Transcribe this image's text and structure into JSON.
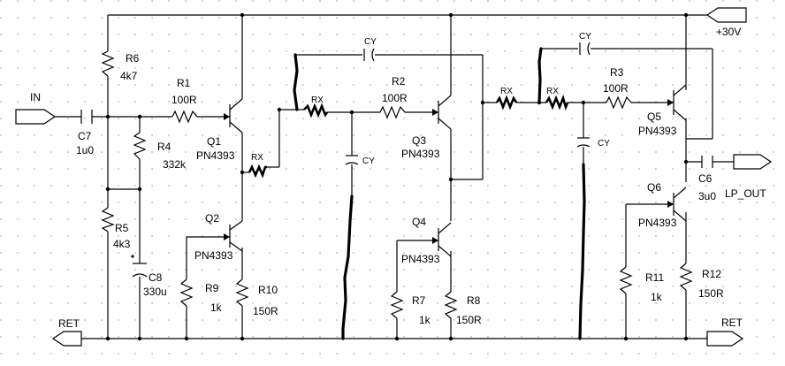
{
  "ports": {
    "in": "IN",
    "ret_left": "RET",
    "ret_right": "RET",
    "supply": "+30V",
    "out": "LP_OUT"
  },
  "resistors": {
    "r6": {
      "ref": "R6",
      "value": "4k7"
    },
    "r1": {
      "ref": "R1",
      "value": "100R"
    },
    "r4": {
      "ref": "R4",
      "value": "332k"
    },
    "r5": {
      "ref": "R5",
      "value": "4k3"
    },
    "r9": {
      "ref": "R9",
      "value": "1k"
    },
    "r10": {
      "ref": "R10",
      "value": "150R"
    },
    "r2": {
      "ref": "R2",
      "value": "100R"
    },
    "r7": {
      "ref": "R7",
      "value": "1k"
    },
    "r8": {
      "ref": "R8",
      "value": "150R"
    },
    "r3": {
      "ref": "R3",
      "value": "100R"
    },
    "r11": {
      "ref": "R11",
      "value": "1k"
    },
    "r12": {
      "ref": "R12",
      "value": "150R"
    },
    "rx_label": "RX"
  },
  "capacitors": {
    "c7": {
      "ref": "C7",
      "value": "1u0"
    },
    "c8": {
      "ref": "C8",
      "value": "330u"
    },
    "c6": {
      "ref": "C6",
      "value": "3u0"
    },
    "cy_label": "CY"
  },
  "transistors": {
    "q1": {
      "ref": "Q1",
      "part": "PN4393"
    },
    "q2": {
      "ref": "Q2",
      "part": "PN4393"
    },
    "q3": {
      "ref": "Q3",
      "part": "PN4393"
    },
    "q4": {
      "ref": "Q4",
      "part": "PN4393"
    },
    "q5": {
      "ref": "Q5",
      "part": "PN4393"
    },
    "q6": {
      "ref": "Q6",
      "part": "PN4393"
    }
  }
}
